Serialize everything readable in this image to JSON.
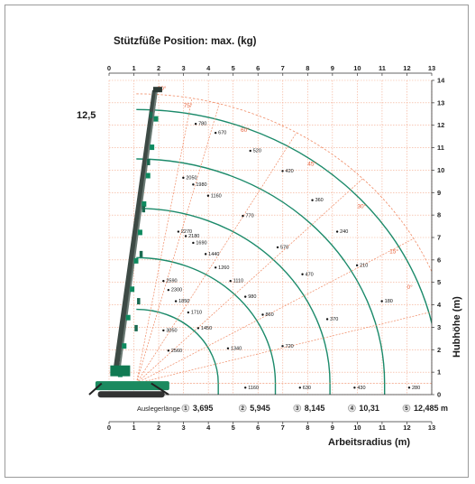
{
  "chart_data": {
    "type": "line",
    "title": "Stützfüße Position: max. (kg)",
    "xlabel": "Arbeitsradius (m)",
    "ylabel": "Hubhöhe (m)",
    "x_ticks": [
      "0",
      "1",
      "2",
      "3",
      "4",
      "5",
      "6",
      "7",
      "8",
      "9",
      "10",
      "11",
      "12",
      "13"
    ],
    "y_ticks": [
      "0",
      "1",
      "2",
      "3",
      "4",
      "5",
      "6",
      "7",
      "8",
      "9",
      "10",
      "11",
      "12",
      "13",
      "14"
    ],
    "xlim": [
      0,
      13
    ],
    "ylim": [
      0,
      14
    ],
    "max_height_label": "12,5",
    "boom_label": "Auslegerlänge",
    "booms": [
      {
        "id": "1",
        "length": "3,695",
        "radius": 3.3
      },
      {
        "id": "2",
        "length": "5,945",
        "radius": 5.6
      },
      {
        "id": "3",
        "length": "8,145",
        "radius": 7.8
      },
      {
        "id": "4",
        "length": "10,31",
        "radius": 10.0
      },
      {
        "id": "5",
        "length": "12,485 m",
        "radius": 12.2
      }
    ],
    "angles": [
      "80°",
      "75°",
      "60°",
      "45°",
      "30°",
      "15°",
      "0°"
    ],
    "load_labels": [
      {
        "text": "3050",
        "x": 2.3,
        "y": 2.8
      },
      {
        "text": "2560",
        "x": 2.5,
        "y": 1.9
      },
      {
        "text": "2590",
        "x": 2.3,
        "y": 5.0
      },
      {
        "text": "2300",
        "x": 2.5,
        "y": 4.6
      },
      {
        "text": "1850",
        "x": 2.8,
        "y": 4.1
      },
      {
        "text": "1710",
        "x": 3.3,
        "y": 3.6
      },
      {
        "text": "1450",
        "x": 3.7,
        "y": 2.9
      },
      {
        "text": "1340",
        "x": 4.9,
        "y": 2.0
      },
      {
        "text": "1160",
        "x": 5.6,
        "y": 0.25
      },
      {
        "text": "2270",
        "x": 2.9,
        "y": 7.2
      },
      {
        "text": "2180",
        "x": 3.2,
        "y": 7.0
      },
      {
        "text": "1690",
        "x": 3.5,
        "y": 6.7
      },
      {
        "text": "1440",
        "x": 4.0,
        "y": 6.2
      },
      {
        "text": "1260",
        "x": 4.4,
        "y": 5.6
      },
      {
        "text": "1110",
        "x": 5.0,
        "y": 5.0
      },
      {
        "text": "980",
        "x": 5.6,
        "y": 4.3
      },
      {
        "text": "860",
        "x": 6.3,
        "y": 3.5
      },
      {
        "text": "720",
        "x": 7.1,
        "y": 2.1
      },
      {
        "text": "630",
        "x": 7.8,
        "y": 0.25
      },
      {
        "text": "2050",
        "x": 3.1,
        "y": 9.6
      },
      {
        "text": "1980",
        "x": 3.5,
        "y": 9.3
      },
      {
        "text": "1160",
        "x": 4.1,
        "y": 8.8
      },
      {
        "text": "770",
        "x": 5.5,
        "y": 7.9
      },
      {
        "text": "570",
        "x": 6.9,
        "y": 6.5
      },
      {
        "text": "470",
        "x": 7.9,
        "y": 5.3
      },
      {
        "text": "370",
        "x": 8.9,
        "y": 3.3
      },
      {
        "text": "430",
        "x": 10.0,
        "y": 0.25
      },
      {
        "text": "780",
        "x": 3.6,
        "y": 12.0
      },
      {
        "text": "670",
        "x": 4.4,
        "y": 11.6
      },
      {
        "text": "520",
        "x": 5.8,
        "y": 10.8
      },
      {
        "text": "420",
        "x": 7.1,
        "y": 9.9
      },
      {
        "text": "360",
        "x": 8.3,
        "y": 8.6
      },
      {
        "text": "240",
        "x": 9.3,
        "y": 7.2
      },
      {
        "text": "210",
        "x": 10.1,
        "y": 5.7
      },
      {
        "text": "180",
        "x": 11.1,
        "y": 4.1
      },
      {
        "text": "280",
        "x": 12.2,
        "y": 0.25
      }
    ]
  }
}
